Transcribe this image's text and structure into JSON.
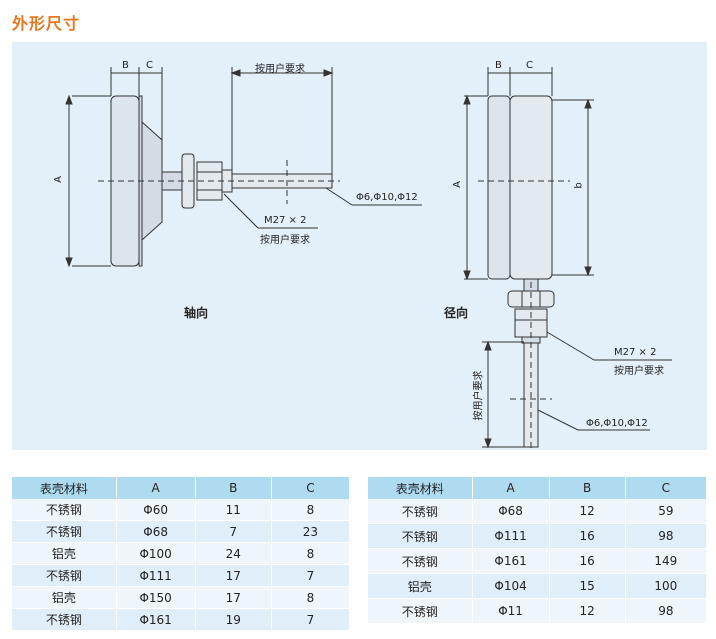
{
  "page": {
    "title": "外形尺寸"
  },
  "diagram": {
    "axial": {
      "caption": "轴向",
      "dim_a": "A",
      "dim_b": "B",
      "dim_c": "C",
      "length_note": "按用户要求",
      "thread_label": "M27 × 2",
      "thread_note": "按用户要求",
      "diameter_label": "Φ6,Φ10,Φ12"
    },
    "radial": {
      "caption": "径向",
      "dim_a": "A",
      "dim_b": "B",
      "dim_c": "C",
      "dim_b_lower": "b",
      "thread_label": "M27 × 2",
      "thread_note": "按用户要求",
      "length_note": "按用户要求",
      "diameter_label": "Φ6,Φ10,Φ12"
    }
  },
  "table1": {
    "headers": [
      "表壳材料",
      "A",
      "B",
      "C"
    ],
    "rows": [
      [
        "不锈钢",
        "Φ60",
        "11",
        "8"
      ],
      [
        "不锈钢",
        "Φ68",
        "7",
        "23"
      ],
      [
        "铝壳",
        "Φ100",
        "24",
        "8"
      ],
      [
        "不锈钢",
        "Φ111",
        "17",
        "7"
      ],
      [
        "铝壳",
        "Φ150",
        "17",
        "8"
      ],
      [
        "不锈钢",
        "Φ161",
        "19",
        "7"
      ]
    ]
  },
  "table2": {
    "headers": [
      "表壳材料",
      "A",
      "B",
      "C"
    ],
    "rows": [
      [
        "不锈钢",
        "Φ68",
        "12",
        "59"
      ],
      [
        "不锈钢",
        "Φ111",
        "16",
        "98"
      ],
      [
        "不锈钢",
        "Φ161",
        "16",
        "149"
      ],
      [
        "铝壳",
        "Φ104",
        "15",
        "100"
      ],
      [
        "不锈钢",
        "Φ11",
        "12",
        "98"
      ]
    ]
  }
}
